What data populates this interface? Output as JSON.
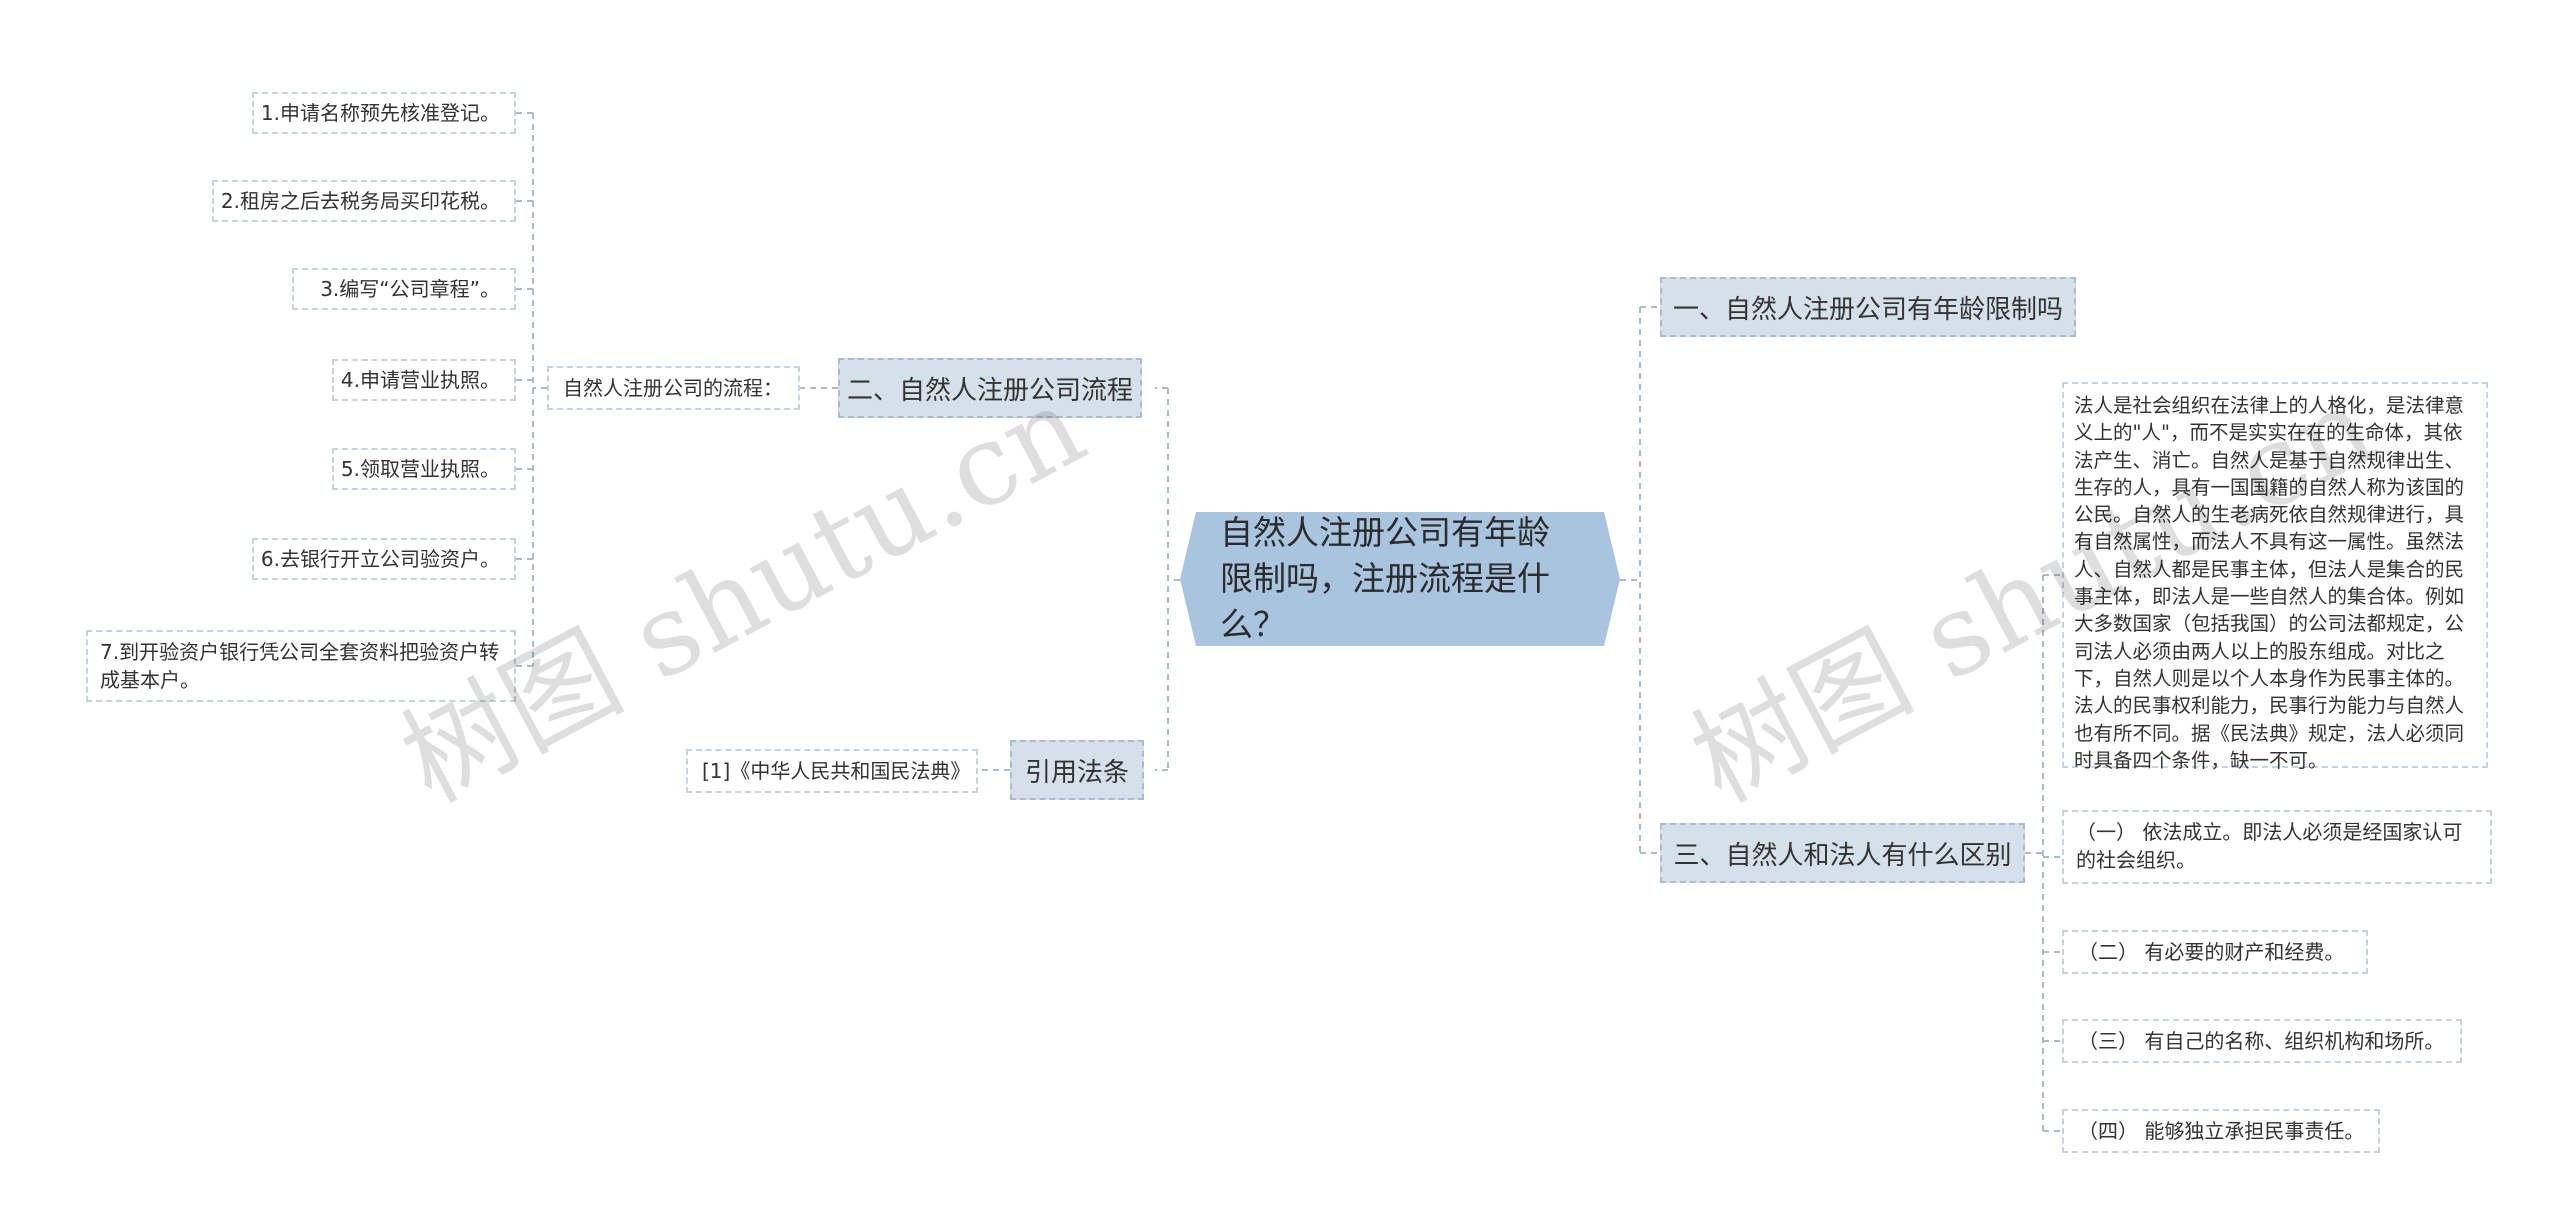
{
  "root": {
    "title": "自然人注册公司有年龄限制吗，注册流程是什么？"
  },
  "left": {
    "process": {
      "label": "二、自然人注册公司流程",
      "sub_label": "自然人注册公司的流程：",
      "steps": [
        "1.申请名称预先核准登记。",
        "2.租房之后去税务局买印花税。",
        "3.编写“公司章程”。",
        "4.申请营业执照。",
        "5.领取营业执照。",
        "6.去银行开立公司验资户。",
        "7.到开验资户银行凭公司全套资料把验资户转成基本户。"
      ]
    },
    "law": {
      "label": "引用法条",
      "ref": "[1]《中华人民共和国民法典》"
    }
  },
  "right": {
    "age": {
      "label": "一、自然人注册公司有年龄限制吗"
    },
    "diff": {
      "label": "三、自然人和法人有什么区别",
      "paragraph": "法人是社会组织在法律上的人格化，是法律意义上的\"人\"，而不是实实在在的生命体，其依法产生、消亡。自然人是基于自然规律出生、生存的人，具有一国国籍的自然人称为该国的公民。自然人的生老病死依自然规律进行，具有自然属性，而法人不具有这一属性。虽然法人、自然人都是民事主体，但法人是集合的民事主体，即法人是一些自然人的集合体。例如大多数国家（包括我国）的公司法都规定，公司法人必须由两人以上的股东组成。对比之下，自然人则是以个人本身作为民事主体的。法人的民事权利能力，民事行为能力与自然人也有所不同。据《民法典》规定，法人必须同时具备四个条件，缺一不可。",
      "conditions": [
        "（一） 依法成立。即法人必须是经国家认可的社会组织。",
        "（二） 有必要的财产和经费。",
        "（三） 有自己的名称、组织机构和场所。",
        "（四） 能够独立承担民事责任。"
      ]
    }
  },
  "watermarks": [
    "树图 shutu.cn",
    "树图 shutu.cn"
  ],
  "colors": {
    "root_fill": "#a9c4df",
    "branch_fill": "#d5e0ea",
    "connector": "#a9bccd"
  }
}
